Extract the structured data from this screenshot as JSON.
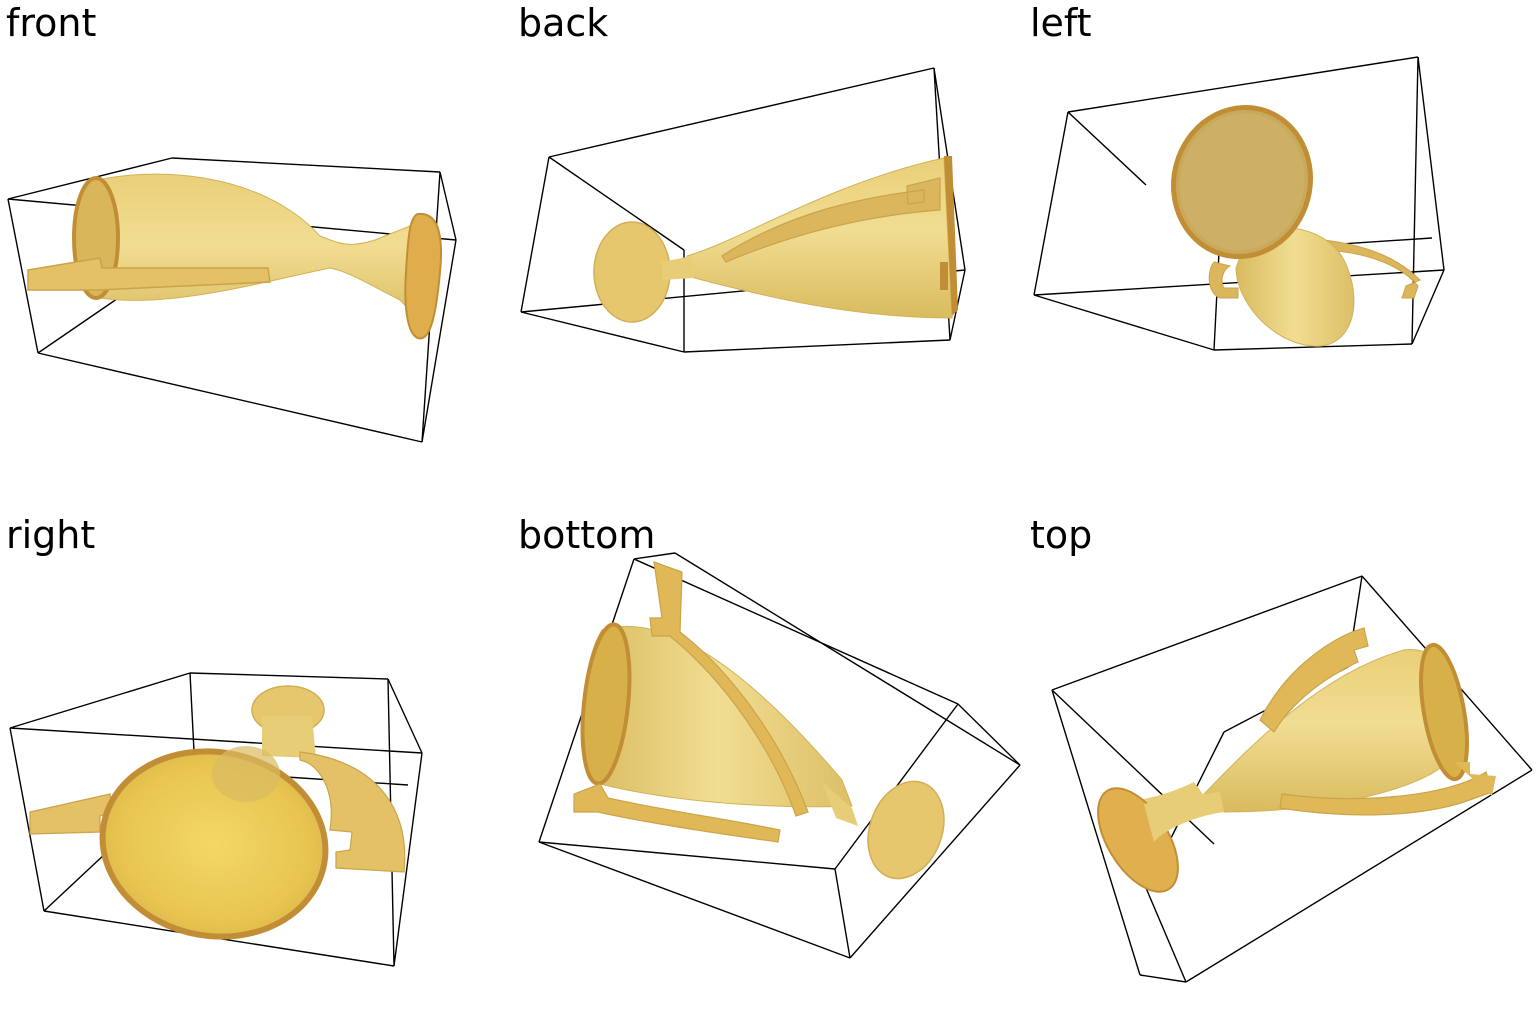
{
  "panels": [
    {
      "label": "front"
    },
    {
      "label": "back"
    },
    {
      "label": "left"
    },
    {
      "label": "right"
    },
    {
      "label": "bottom"
    },
    {
      "label": "top"
    }
  ],
  "colors": {
    "gold": "#e8cf78",
    "gold_light": "#f2de95",
    "gold_dark": "#c9a44a",
    "rim": "#c28e35",
    "outline": "#000000"
  },
  "icons": [
    "trophy-cup"
  ]
}
